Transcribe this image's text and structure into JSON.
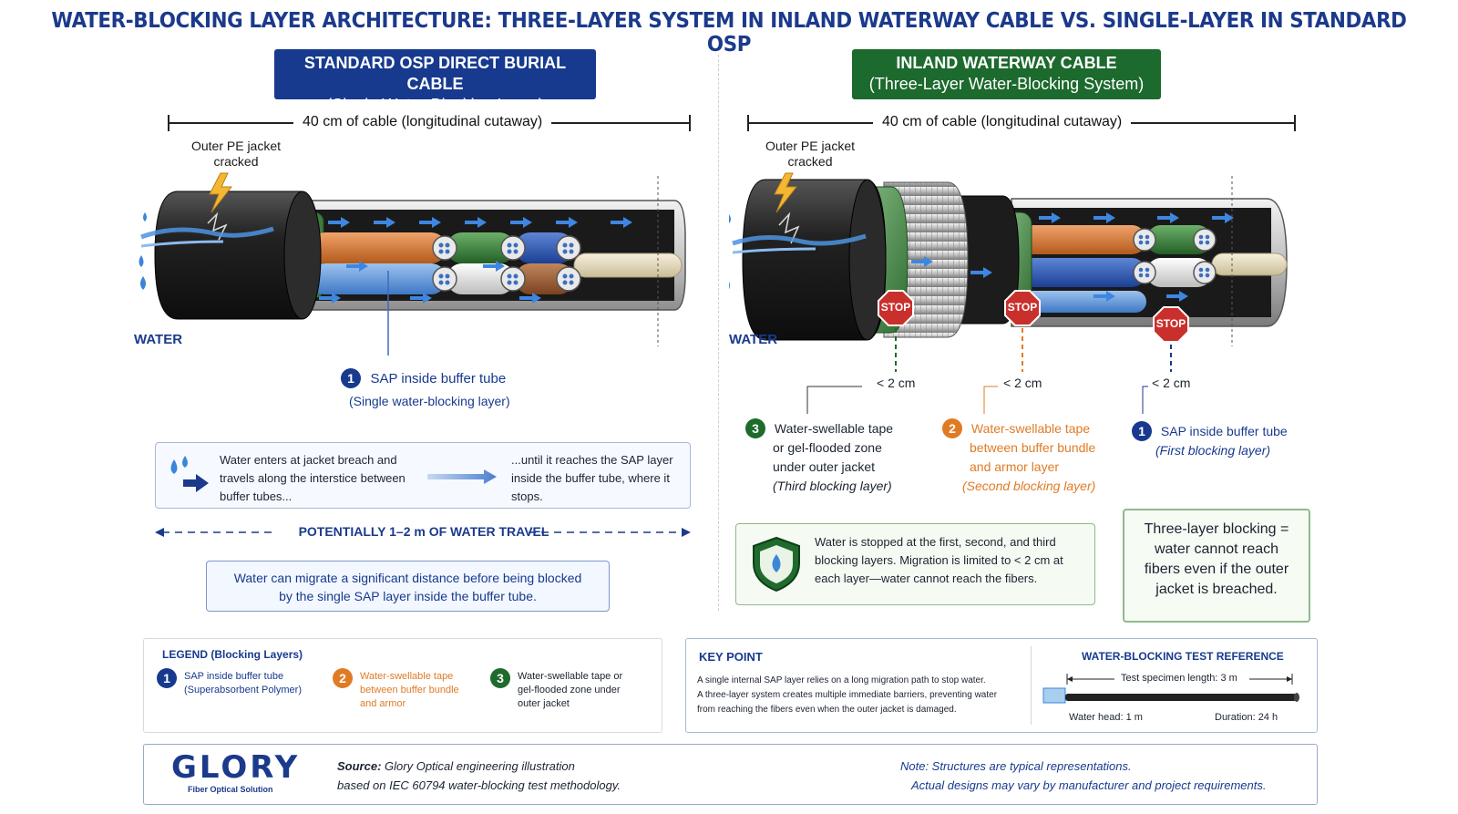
{
  "title": "WATER-BLOCKING LAYER ARCHITECTURE: THREE-LAYER SYSTEM IN INLAND WATERWAY CABLE VS. SINGLE-LAYER IN STANDARD OSP",
  "left": {
    "header_line1": "STANDARD OSP DIRECT BURIAL CABLE",
    "header_line2": "(Single Water-Blocking Layer)",
    "dimension": "40 cm of cable (longitudinal cutaway)",
    "jacket_label_1": "Outer PE jacket",
    "jacket_label_2": "cracked",
    "water_label": "WATER",
    "callout_num": "1",
    "callout_line1": "SAP inside buffer tube",
    "callout_line2": "(Single water-blocking layer)",
    "flow_text_1": "Water enters at jacket breach and travels along the interstice between buffer tubes...",
    "flow_text_2": "...until it reaches the SAP layer inside the buffer tube, where it stops.",
    "travel_text": "POTENTIALLY 1–2 m OF WATER TRAVEL",
    "summary": "Water can migrate a significant distance before being blocked by the single SAP layer inside the buffer tube."
  },
  "right": {
    "header_line1": "INLAND WATERWAY CABLE",
    "header_line2": "(Three-Layer Water-Blocking System)",
    "dimension": "40 cm of cable (longitudinal cutaway)",
    "jacket_label_1": "Outer PE jacket",
    "jacket_label_2": "cracked",
    "water_label": "WATER",
    "stop_label": "STOP",
    "distance_label": "< 2 cm",
    "layer3": {
      "num": "3",
      "l1": "Water-swellable tape",
      "l2": "or gel-flooded zone",
      "l3": "under outer jacket",
      "l4": "(Third blocking layer)"
    },
    "layer2": {
      "num": "2",
      "l1": "Water-swellable tape",
      "l2": "between buffer bundle",
      "l3": "and armor layer",
      "l4": "(Second blocking layer)"
    },
    "layer1": {
      "num": "1",
      "l1": "SAP inside buffer tube",
      "l2": "(First blocking layer)"
    },
    "stopped_text": "Water is stopped at the first, second, and third blocking layers. Migration is limited to < 2 cm at each layer—water cannot reach the fibers.",
    "three_layer_text": "Three-layer blocking = water cannot reach fibers even if the outer jacket is breached."
  },
  "legend": {
    "title": "LEGEND (Blocking Layers)",
    "items": [
      {
        "num": "1",
        "l1": "SAP inside buffer tube",
        "l2": "(Superabsorbent Polymer)",
        "l3": ""
      },
      {
        "num": "2",
        "l1": "Water-swellable tape",
        "l2": "between buffer bundle",
        "l3": "and armor"
      },
      {
        "num": "3",
        "l1": "Water-swellable tape or",
        "l2": "gel-flooded zone under",
        "l3": "outer jacket"
      }
    ]
  },
  "keypoint": {
    "title": "KEY POINT",
    "l1": "A single internal SAP layer relies on a long migration path to stop water.",
    "l2": "A three-layer system creates multiple immediate barriers, preventing water",
    "l3": "from reaching the fibers even when the outer jacket is damaged."
  },
  "testref": {
    "title": "WATER-BLOCKING TEST REFERENCE",
    "length": "Test specimen length: 3 m",
    "head": "Water head: 1 m",
    "duration": "Duration: 24 h"
  },
  "footer": {
    "logo_text": "GLORY",
    "logo_sub": "Fiber Optical Solution",
    "source_label": "Source:",
    "source_1": "Glory Optical engineering illustration",
    "source_2": "based on IEC 60794 water-blocking test methodology.",
    "note_1": "Note: Structures are typical representations.",
    "note_2": "Actual designs may vary by manufacturer and project requirements."
  },
  "colors": {
    "navy": "#173a8e",
    "green": "#1c6a2d",
    "orange": "#e07b25",
    "water": "#3b86d8",
    "stop": "#c9302c"
  }
}
